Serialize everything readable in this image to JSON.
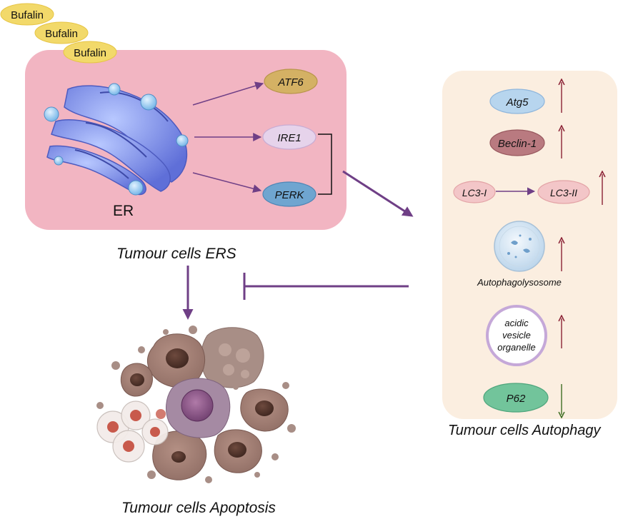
{
  "bufalin_labels": [
    "Bufalin",
    "Bufalin",
    "Bufalin"
  ],
  "er": {
    "label": "ER",
    "sensors": [
      "ATF6",
      "IRE1",
      "PERK"
    ]
  },
  "captions": {
    "ers": "Tumour cells ERS",
    "autophagy": "Tumour cells Autophagy",
    "apoptosis": "Tumour cells Apoptosis"
  },
  "autophagy_markers": {
    "atg5": {
      "label": "Atg5",
      "change": "up"
    },
    "beclin": {
      "label": "Beclin-1",
      "change": "up"
    },
    "lc3_i": {
      "label": "LC3-I"
    },
    "lc3_ii": {
      "label": "LC3-II",
      "change": "up"
    },
    "autophagolysosome": {
      "label": "Autophagolysosome",
      "change": "up"
    },
    "acidic_vesicle": {
      "lines": [
        "acidic",
        "vesicle",
        "organelle"
      ],
      "change": "up"
    },
    "p62": {
      "label": "P62",
      "change": "down"
    }
  },
  "colors": {
    "er_box": "#f2b5c2",
    "autophagy_box": "#fbeee0",
    "bufalin": "#f2d96a",
    "arrow_purple": "#6f3f86",
    "up_arrow": "#8b2235",
    "down_arrow": "#3f6e24"
  }
}
